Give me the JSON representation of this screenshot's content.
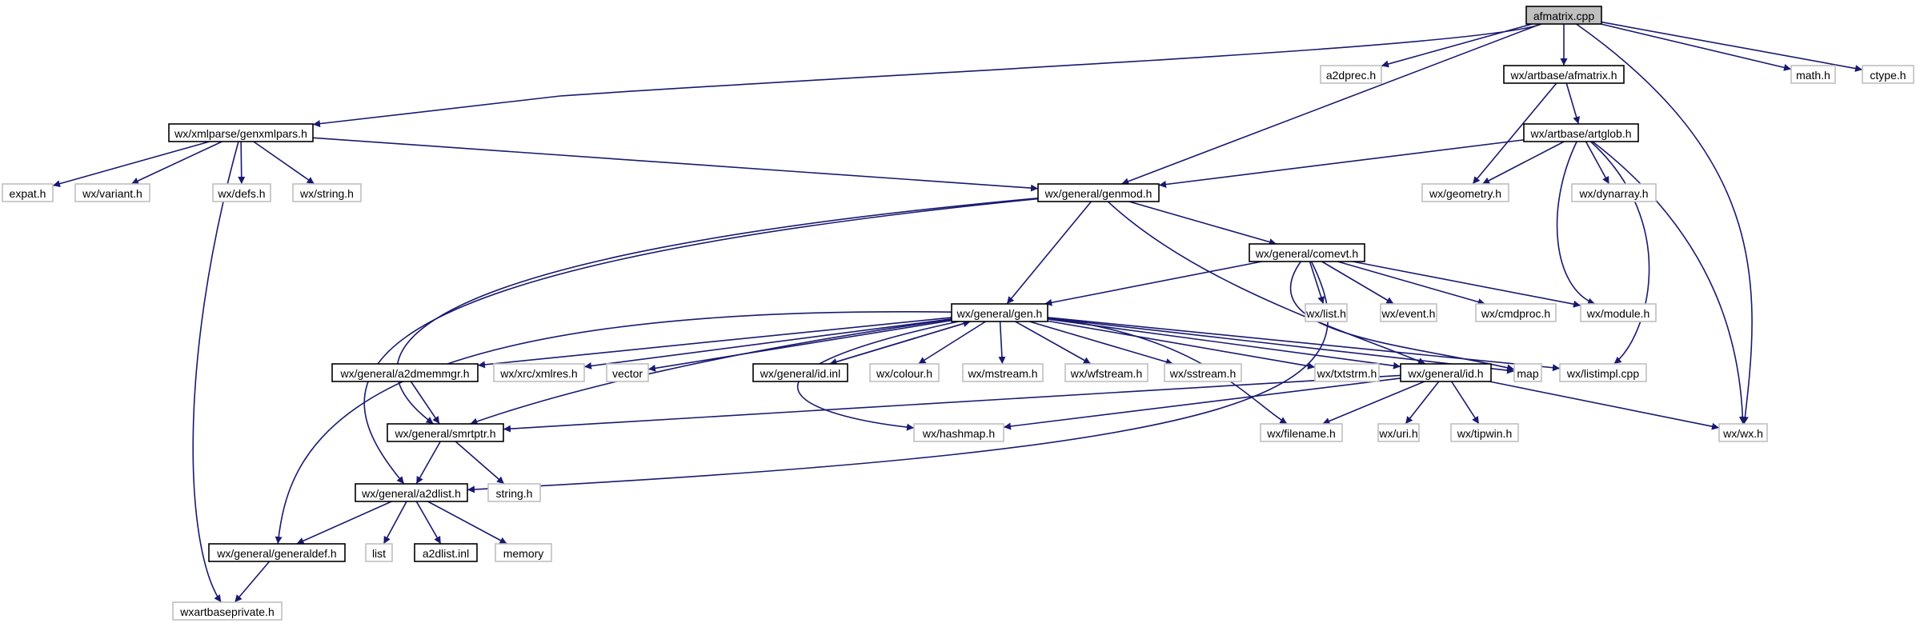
{
  "colors": {
    "edge": "#191970",
    "node_border_linked": "#000000",
    "node_border_external": "#bfbfbf",
    "root_fill": "#bfbfbf",
    "node_fill": "#ffffff"
  },
  "nodes": [
    {
      "id": "n_afmatrix_cpp",
      "label": "afmatrix.cpp",
      "kind": "root"
    },
    {
      "id": "n_a2dprec",
      "label": "a2dprec.h",
      "kind": "external"
    },
    {
      "id": "n_artbase_afmatrix",
      "label": "wx/artbase/afmatrix.h",
      "kind": "linked"
    },
    {
      "id": "n_math",
      "label": "math.h",
      "kind": "external"
    },
    {
      "id": "n_ctype",
      "label": "ctype.h",
      "kind": "external"
    },
    {
      "id": "n_genxmlpars",
      "label": "wx/xmlparse/genxmlpars.h",
      "kind": "linked"
    },
    {
      "id": "n_artglob",
      "label": "wx/artbase/artglob.h",
      "kind": "linked"
    },
    {
      "id": "n_expat",
      "label": "expat.h",
      "kind": "external"
    },
    {
      "id": "n_variant",
      "label": "wx/variant.h",
      "kind": "external"
    },
    {
      "id": "n_defs",
      "label": "wx/defs.h",
      "kind": "external"
    },
    {
      "id": "n_string_wx",
      "label": "wx/string.h",
      "kind": "external"
    },
    {
      "id": "n_genmod",
      "label": "wx/general/genmod.h",
      "kind": "linked"
    },
    {
      "id": "n_geometry",
      "label": "wx/geometry.h",
      "kind": "external"
    },
    {
      "id": "n_dynarray",
      "label": "wx/dynarray.h",
      "kind": "external"
    },
    {
      "id": "n_comevt",
      "label": "wx/general/comevt.h",
      "kind": "linked"
    },
    {
      "id": "n_gen",
      "label": "wx/general/gen.h",
      "kind": "linked"
    },
    {
      "id": "n_list_wx",
      "label": "wx/list.h",
      "kind": "external"
    },
    {
      "id": "n_event",
      "label": "wx/event.h",
      "kind": "external"
    },
    {
      "id": "n_cmdproc",
      "label": "wx/cmdproc.h",
      "kind": "external"
    },
    {
      "id": "n_module",
      "label": "wx/module.h",
      "kind": "external"
    },
    {
      "id": "n_a2dmemmgr",
      "label": "wx/general/a2dmemmgr.h",
      "kind": "linked"
    },
    {
      "id": "n_xmlres",
      "label": "wx/xrc/xmlres.h",
      "kind": "external"
    },
    {
      "id": "n_vector",
      "label": "vector",
      "kind": "external"
    },
    {
      "id": "n_id_inl",
      "label": "wx/general/id.inl",
      "kind": "linked"
    },
    {
      "id": "n_colour",
      "label": "wx/colour.h",
      "kind": "external"
    },
    {
      "id": "n_mstream",
      "label": "wx/mstream.h",
      "kind": "external"
    },
    {
      "id": "n_wfstream",
      "label": "wx/wfstream.h",
      "kind": "external"
    },
    {
      "id": "n_sstream",
      "label": "wx/sstream.h",
      "kind": "external"
    },
    {
      "id": "n_txtstrm",
      "label": "wx/txtstrm.h",
      "kind": "external"
    },
    {
      "id": "n_id_h",
      "label": "wx/general/id.h",
      "kind": "linked"
    },
    {
      "id": "n_map",
      "label": "map",
      "kind": "external"
    },
    {
      "id": "n_listimpl",
      "label": "wx/listimpl.cpp",
      "kind": "external"
    },
    {
      "id": "n_smrtptr",
      "label": "wx/general/smrtptr.h",
      "kind": "linked"
    },
    {
      "id": "n_hashmap",
      "label": "wx/hashmap.h",
      "kind": "external"
    },
    {
      "id": "n_filename",
      "label": "wx/filename.h",
      "kind": "external"
    },
    {
      "id": "n_uri",
      "label": "wx/uri.h",
      "kind": "external"
    },
    {
      "id": "n_tipwin",
      "label": "wx/tipwin.h",
      "kind": "external"
    },
    {
      "id": "n_wx_h",
      "label": "wx/wx.h",
      "kind": "external"
    },
    {
      "id": "n_a2dlist_h",
      "label": "wx/general/a2dlist.h",
      "kind": "linked"
    },
    {
      "id": "n_string_h",
      "label": "string.h",
      "kind": "external"
    },
    {
      "id": "n_generaldef",
      "label": "wx/general/generaldef.h",
      "kind": "linked"
    },
    {
      "id": "n_list_std",
      "label": "list",
      "kind": "external"
    },
    {
      "id": "n_a2dlist_inl",
      "label": "a2dlist.inl",
      "kind": "linked"
    },
    {
      "id": "n_memory",
      "label": "memory",
      "kind": "external"
    },
    {
      "id": "n_wxartbaseprivate",
      "label": "wxartbaseprivate.h",
      "kind": "external"
    }
  ],
  "edges": [
    {
      "from": "n_afmatrix_cpp",
      "to": "n_a2dprec"
    },
    {
      "from": "n_afmatrix_cpp",
      "to": "n_artbase_afmatrix"
    },
    {
      "from": "n_afmatrix_cpp",
      "to": "n_math"
    },
    {
      "from": "n_afmatrix_cpp",
      "to": "n_ctype"
    },
    {
      "from": "n_afmatrix_cpp",
      "to": "n_genxmlpars"
    },
    {
      "from": "n_afmatrix_cpp",
      "to": "n_genmod"
    },
    {
      "from": "n_afmatrix_cpp",
      "to": "n_wx_h"
    },
    {
      "from": "n_artbase_afmatrix",
      "to": "n_artglob"
    },
    {
      "from": "n_artbase_afmatrix",
      "to": "n_geometry"
    },
    {
      "from": "n_genxmlpars",
      "to": "n_expat"
    },
    {
      "from": "n_genxmlpars",
      "to": "n_variant"
    },
    {
      "from": "n_genxmlpars",
      "to": "n_defs"
    },
    {
      "from": "n_genxmlpars",
      "to": "n_string_wx"
    },
    {
      "from": "n_genxmlpars",
      "to": "n_genmod"
    },
    {
      "from": "n_genxmlpars",
      "to": "n_wxartbaseprivate"
    },
    {
      "from": "n_artglob",
      "to": "n_genmod"
    },
    {
      "from": "n_artglob",
      "to": "n_geometry"
    },
    {
      "from": "n_artglob",
      "to": "n_dynarray"
    },
    {
      "from": "n_artglob",
      "to": "n_module"
    },
    {
      "from": "n_artglob",
      "to": "n_listimpl"
    },
    {
      "from": "n_artglob",
      "to": "n_wx_h"
    },
    {
      "from": "n_genmod",
      "to": "n_comevt"
    },
    {
      "from": "n_genmod",
      "to": "n_gen"
    },
    {
      "from": "n_genmod",
      "to": "n_id_h"
    },
    {
      "from": "n_genmod",
      "to": "n_smrtptr"
    },
    {
      "from": "n_genmod",
      "to": "n_a2dlist_h"
    },
    {
      "from": "n_comevt",
      "to": "n_gen"
    },
    {
      "from": "n_comevt",
      "to": "n_list_wx"
    },
    {
      "from": "n_comevt",
      "to": "n_event"
    },
    {
      "from": "n_comevt",
      "to": "n_cmdproc"
    },
    {
      "from": "n_comevt",
      "to": "n_module"
    },
    {
      "from": "n_comevt",
      "to": "n_map"
    },
    {
      "from": "n_comevt",
      "to": "n_a2dlist_h"
    },
    {
      "from": "n_gen",
      "to": "n_a2dmemmgr"
    },
    {
      "from": "n_gen",
      "to": "n_xmlres"
    },
    {
      "from": "n_gen",
      "to": "n_vector"
    },
    {
      "from": "n_gen",
      "to": "n_id_inl"
    },
    {
      "from": "n_gen",
      "to": "n_colour"
    },
    {
      "from": "n_gen",
      "to": "n_mstream"
    },
    {
      "from": "n_gen",
      "to": "n_wfstream"
    },
    {
      "from": "n_gen",
      "to": "n_sstream"
    },
    {
      "from": "n_gen",
      "to": "n_txtstrm"
    },
    {
      "from": "n_gen",
      "to": "n_id_h"
    },
    {
      "from": "n_gen",
      "to": "n_map"
    },
    {
      "from": "n_gen",
      "to": "n_listimpl"
    },
    {
      "from": "n_gen",
      "to": "n_smrtptr"
    },
    {
      "from": "n_gen",
      "to": "n_hashmap"
    },
    {
      "from": "n_gen",
      "to": "n_filename"
    },
    {
      "from": "n_gen",
      "to": "n_generaldef"
    },
    {
      "from": "n_id_inl",
      "to": "n_gen"
    },
    {
      "from": "n_a2dmemmgr",
      "to": "n_smrtptr"
    },
    {
      "from": "n_id_h",
      "to": "n_smrtptr"
    },
    {
      "from": "n_id_h",
      "to": "n_hashmap"
    },
    {
      "from": "n_id_h",
      "to": "n_filename"
    },
    {
      "from": "n_id_h",
      "to": "n_uri"
    },
    {
      "from": "n_id_h",
      "to": "n_tipwin"
    },
    {
      "from": "n_id_h",
      "to": "n_wx_h"
    },
    {
      "from": "n_smrtptr",
      "to": "n_a2dlist_h"
    },
    {
      "from": "n_smrtptr",
      "to": "n_string_h"
    },
    {
      "from": "n_a2dlist_h",
      "to": "n_generaldef"
    },
    {
      "from": "n_a2dlist_h",
      "to": "n_list_std"
    },
    {
      "from": "n_a2dlist_h",
      "to": "n_a2dlist_inl"
    },
    {
      "from": "n_a2dlist_h",
      "to": "n_memory"
    },
    {
      "from": "n_generaldef",
      "to": "n_wxartbaseprivate"
    }
  ]
}
